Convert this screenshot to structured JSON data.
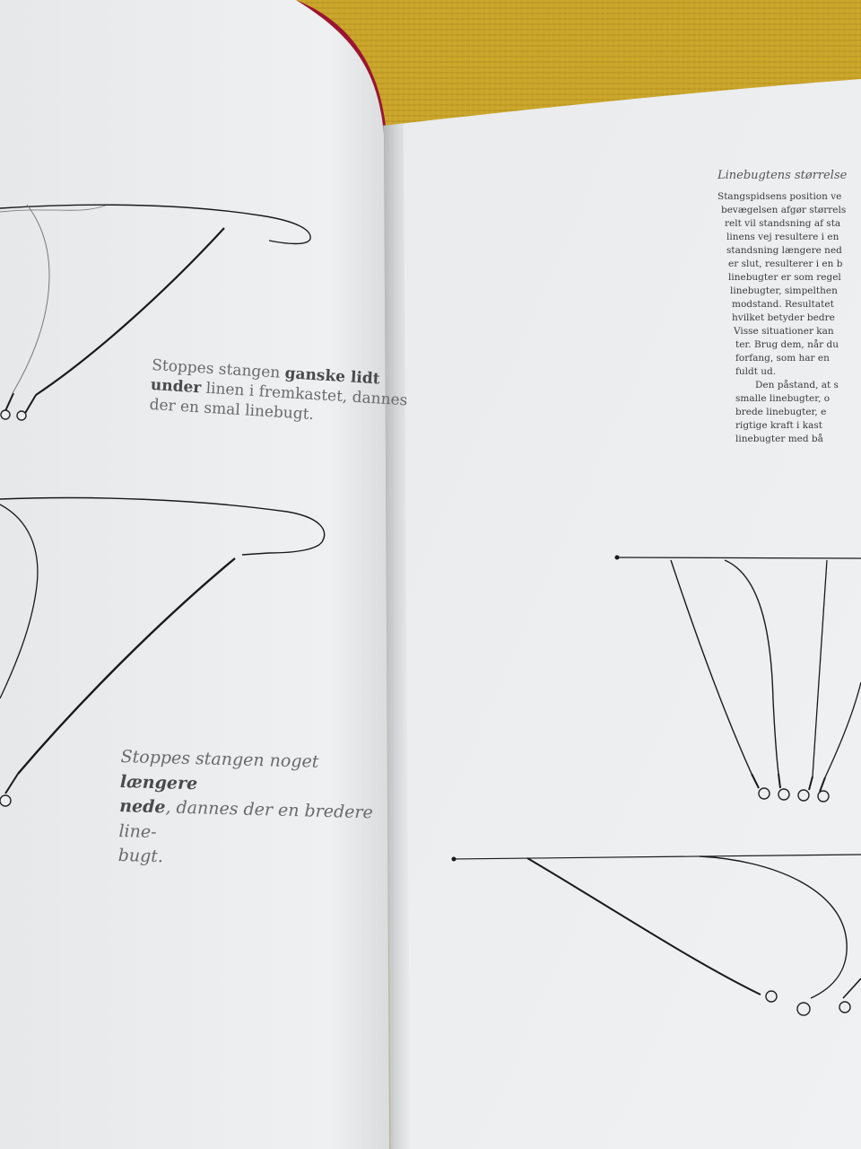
{
  "left_page": {
    "caption_top": {
      "pre": "Stoppes stangen ",
      "bold1": "ganske lidt",
      "bold2": "under",
      "mid": " linen i fremkastet, dannes",
      "end": "der en smal linebugt."
    },
    "caption_bottom": {
      "pre": "Stoppes stangen noget ",
      "bold1": "længere",
      "bold2": "nede",
      "mid": ", dannes der en bredere line-",
      "end": "bugt."
    }
  },
  "right_page": {
    "heading": "Linebugtens størrelse",
    "lines": [
      "Stangspidsens position ve",
      "bevægelsen afgør størrels",
      "relt vil standsning af sta",
      "linens vej resultere i en",
      "standsning længere ned",
      "er slut, resulterer i en b",
      "linebugter er som regel",
      "linebugter, simpelthen",
      "modstand. Resultatet",
      "hvilket betyder bedre",
      "Visse situationer kan",
      "ter. Brug dem, når du",
      "forfang, som har en",
      "fuldt ud.",
      "Den påstand, at s",
      "smalle linebugter, o",
      "brede linebugter, e",
      "rigtige kraft i kast",
      "linebugter med bå"
    ]
  },
  "colors": {
    "table": "#c9a52a",
    "paper": "#eceef0",
    "ink": "#1a1a1a",
    "caption": "#6a6a6a",
    "cover_edge": "#9b1530"
  }
}
